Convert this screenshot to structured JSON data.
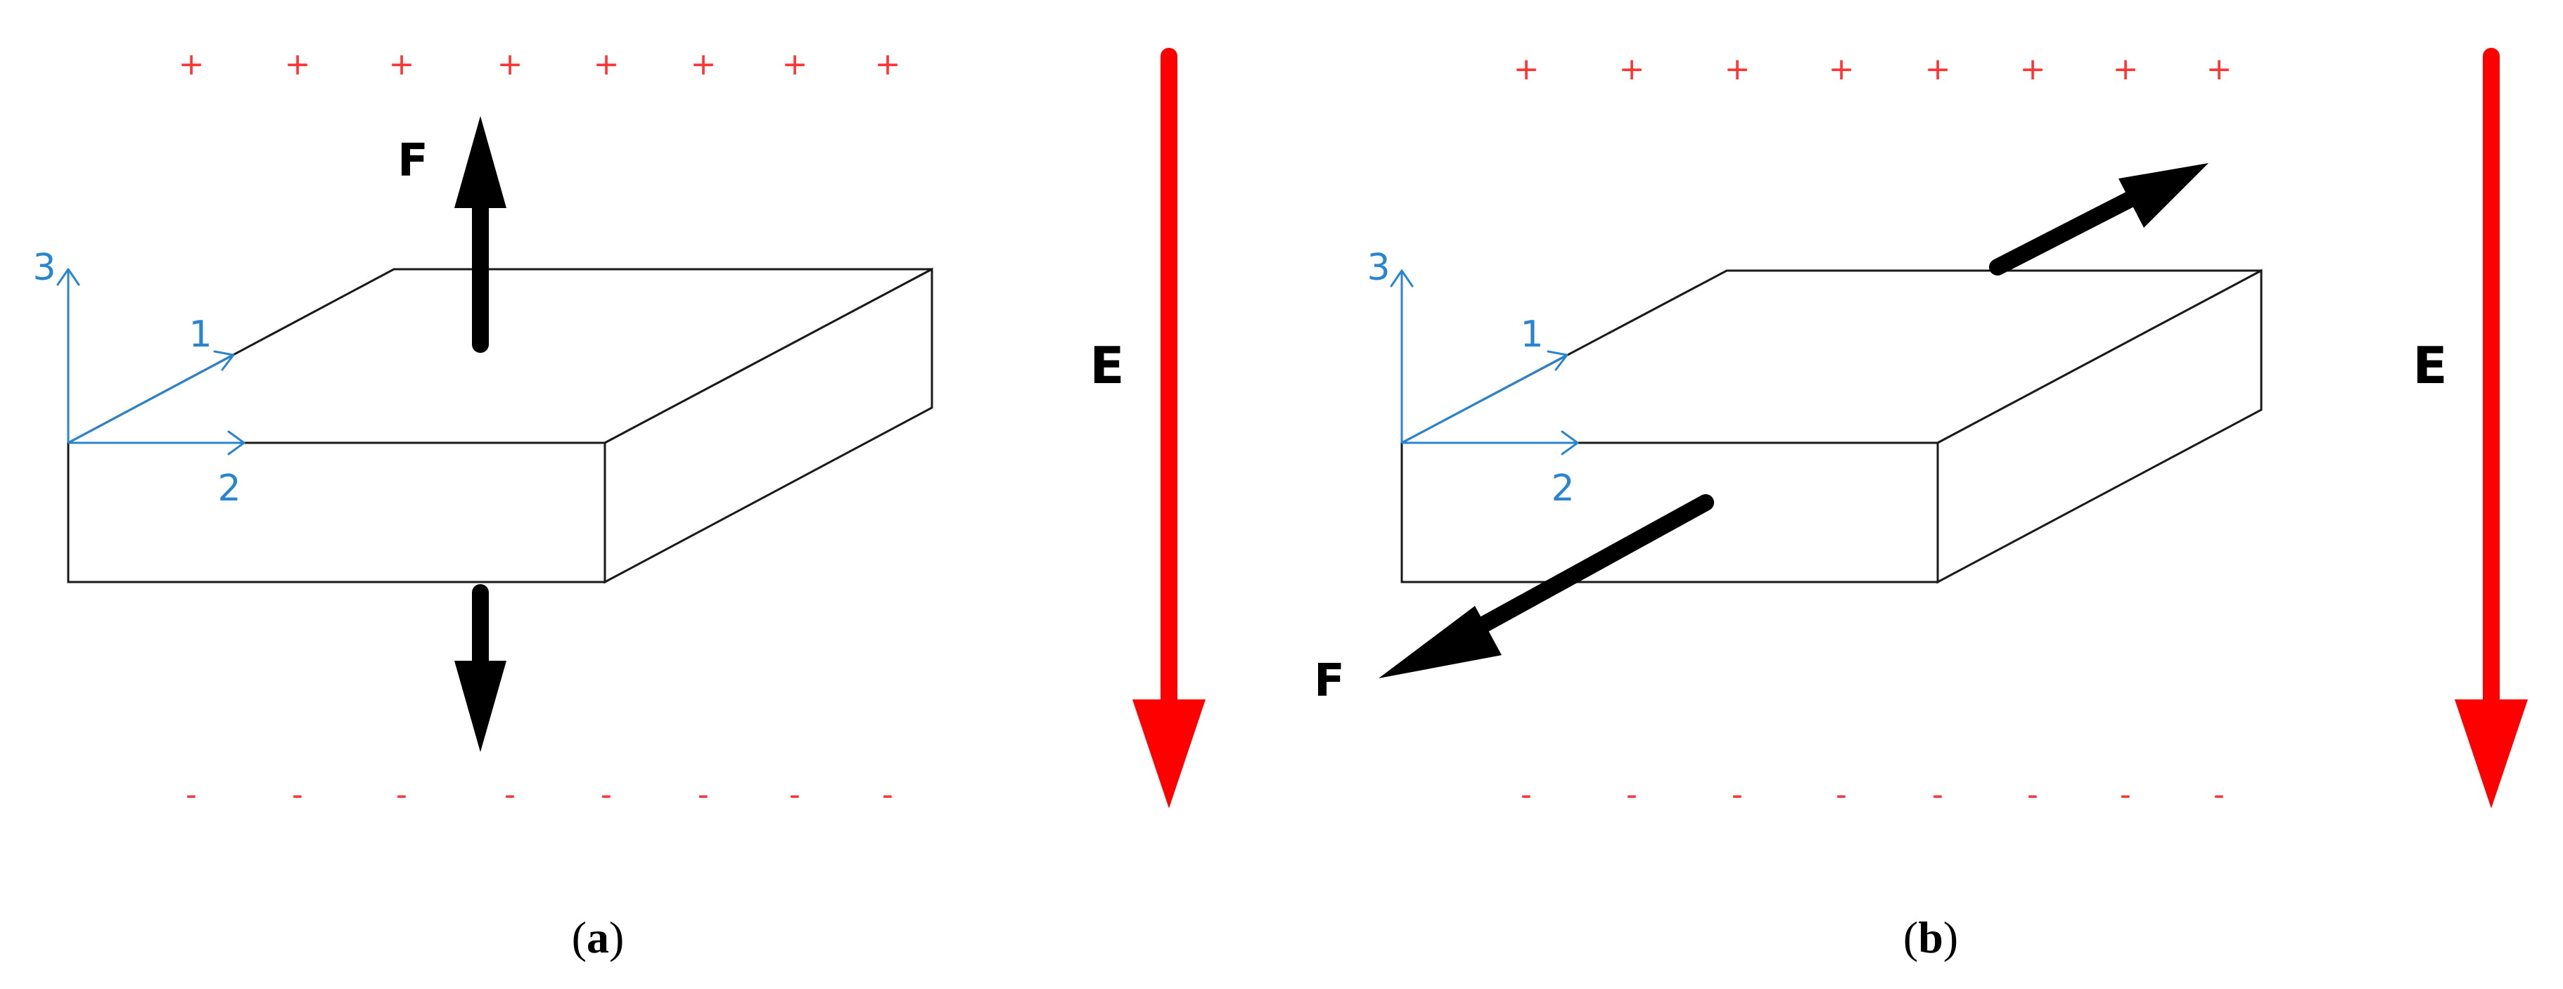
{
  "colors": {
    "charge": "#ff3333",
    "axis": "#2a85d0",
    "force": "#000000",
    "field": "#ff0000",
    "outline": "#1a1a1a"
  },
  "charges": {
    "positive": [
      "+",
      "+",
      "+",
      "+",
      "+",
      "+",
      "+",
      "+"
    ],
    "negative": [
      "-",
      "-",
      "-",
      "-",
      "-",
      "-",
      "-",
      "-"
    ]
  },
  "axes": {
    "axis_3": "3",
    "axis_1": "1",
    "axis_2": "2"
  },
  "panels": [
    {
      "force_label": "F",
      "field_label": "E",
      "caption_open": "(",
      "caption_letter": "a",
      "caption_close": ")"
    },
    {
      "force_label": "F",
      "field_label": "E",
      "caption_open": "(",
      "caption_letter": "b",
      "caption_close": ")"
    }
  ]
}
